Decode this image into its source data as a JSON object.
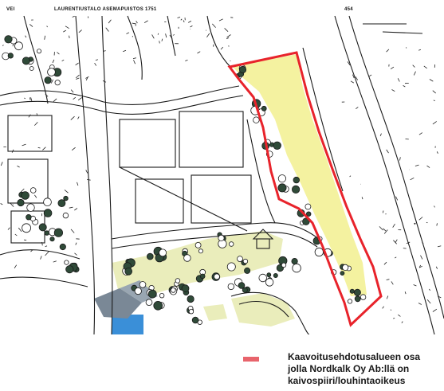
{
  "header": {
    "left_code": "VEI",
    "title": "LAURENTIUSTALO ASEMAPUISTOS 1751",
    "right_code": "454"
  },
  "colors": {
    "boundary": "#e8232b",
    "boundary_legend": "#e8646c",
    "plan_area": "#f4f2a0",
    "water": "#3a8fd8",
    "linework": "#1a1a1a"
  },
  "legend": {
    "lines": [
      "Kaavoitusehdotusalueen osa",
      "jolla Nordkalk Oy Ab:llä on",
      "kaivospiiri/louhintaoikeus"
    ]
  }
}
